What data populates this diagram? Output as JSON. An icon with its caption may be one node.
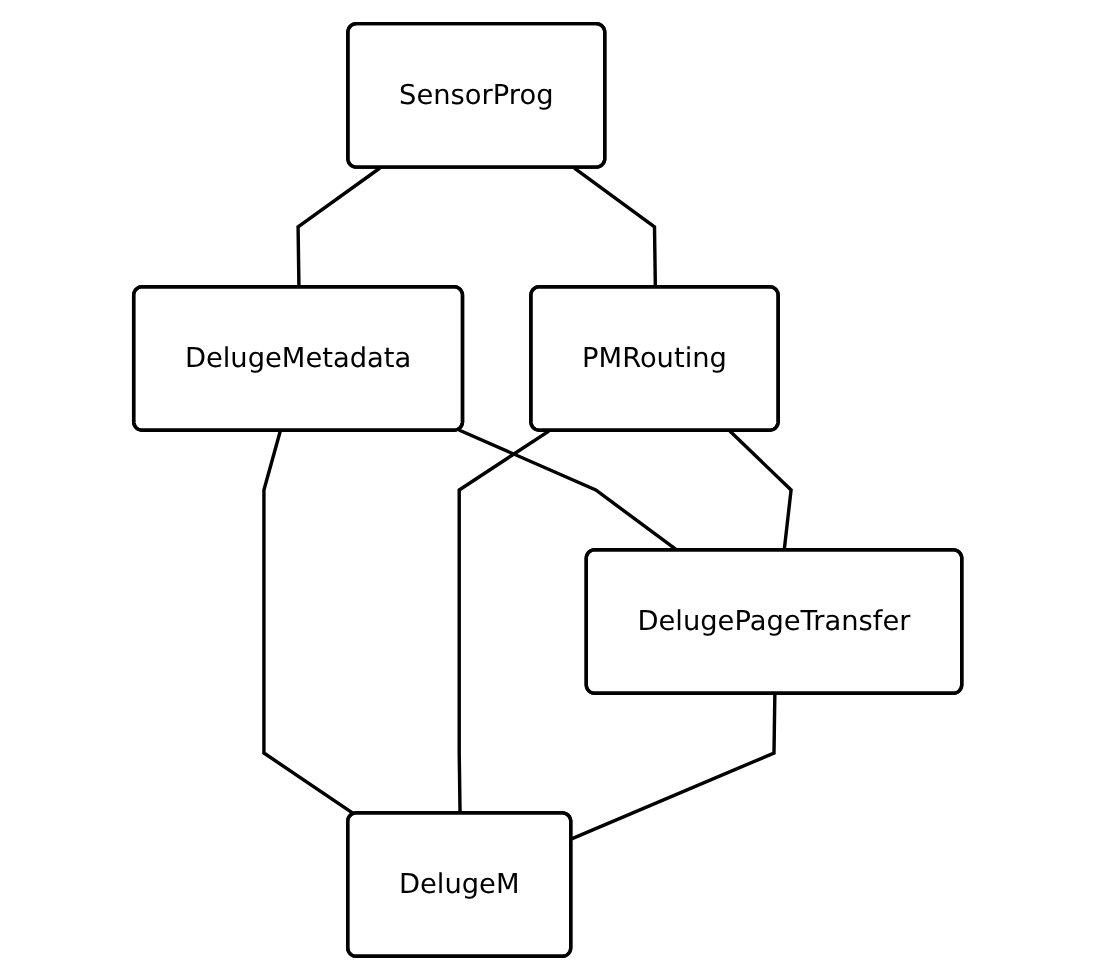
{
  "diagram": {
    "nodes": [
      {
        "text": [
          "SensorProg"
        ]
      },
      {
        "text": [
          "DelugeMetadata"
        ]
      },
      {
        "text": [
          "PMRouting"
        ]
      },
      {
        "text": [
          "DelugePageTransfer"
        ]
      },
      {
        "text": [
          "DelugeM"
        ]
      }
    ],
    "edges": [
      {
        "from": 0,
        "to": 1,
        "arrow": "none"
      },
      {
        "from": 0,
        "to": 2,
        "arrow": "none"
      },
      {
        "from": 1,
        "to": 3,
        "arrow": "none"
      },
      {
        "from": 1,
        "to": 4,
        "arrow": "none"
      },
      {
        "from": 2,
        "to": 3,
        "arrow": "none"
      },
      {
        "from": 2,
        "to": 4,
        "arrow": "none"
      },
      {
        "from": 3,
        "to": 4,
        "arrow": "none"
      }
    ]
  }
}
